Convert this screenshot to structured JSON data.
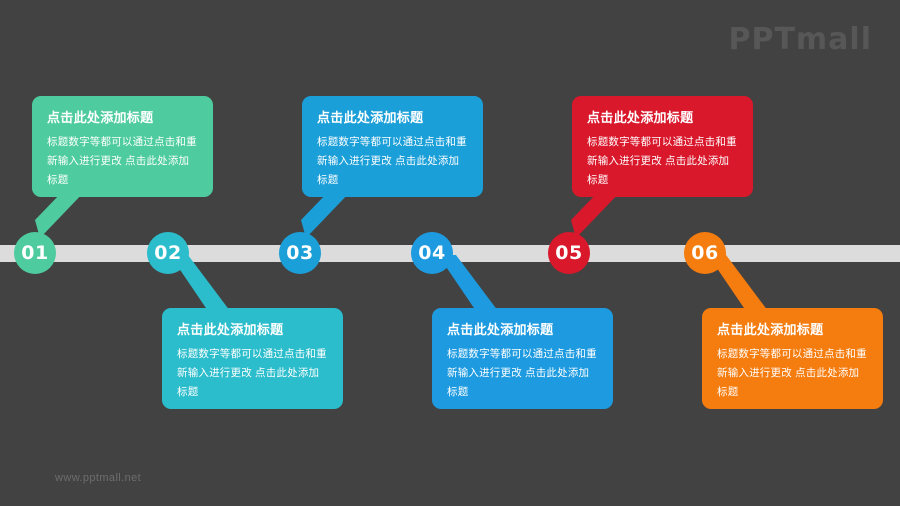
{
  "slide": {
    "background_color": "#424242",
    "timeline_bar_color": "#dcdcdc",
    "logo_text": "PPTmall",
    "footer_text": "www.pptmall.net"
  },
  "items": [
    {
      "number": "01",
      "color": "#4ECCA0",
      "position": "top",
      "title": "点击此处添加标题",
      "body": "标题数字等都可以通过点击和重新输入进行更改 点击此处添加标题"
    },
    {
      "number": "02",
      "color": "#2BBDCB",
      "position": "bottom",
      "title": "点击此处添加标题",
      "body": "标题数字等都可以通过点击和重新输入进行更改 点击此处添加标题"
    },
    {
      "number": "03",
      "color": "#1B9FD8",
      "position": "top",
      "title": "点击此处添加标题",
      "body": "标题数字等都可以通过点击和重新输入进行更改 点击此处添加标题"
    },
    {
      "number": "04",
      "color": "#1E9BE0",
      "position": "bottom",
      "title": "点击此处添加标题",
      "body": "标题数字等都可以通过点击和重新输入进行更改 点击此处添加标题"
    },
    {
      "number": "05",
      "color": "#D9182C",
      "position": "top",
      "title": "点击此处添加标题",
      "body": "标题数字等都可以通过点击和重新输入进行更改 点击此处添加标题"
    },
    {
      "number": "06",
      "color": "#F57C0E",
      "position": "bottom",
      "title": "点击此处添加标题",
      "body": "标题数字等都可以通过点击和重新输入进行更改 点击此处添加标题"
    }
  ]
}
